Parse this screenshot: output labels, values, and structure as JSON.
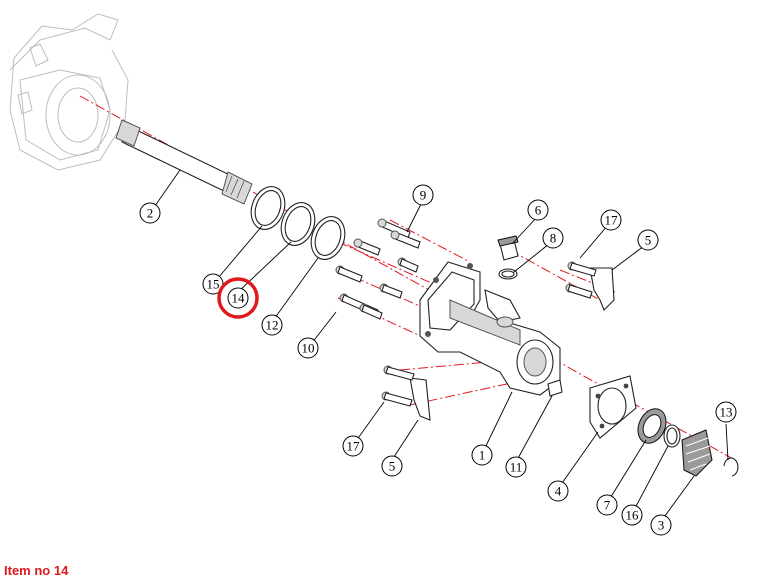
{
  "footer": {
    "label": "Item no 14"
  },
  "colors": {
    "highlight": "#e0191e",
    "center_line": "#e0191e",
    "line": "#000000",
    "ghost": "#bdbdbd"
  },
  "callouts": [
    {
      "id": "c2",
      "text": "2"
    },
    {
      "id": "c15",
      "text": "15"
    },
    {
      "id": "c14",
      "text": "14",
      "highlighted": true
    },
    {
      "id": "c12",
      "text": "12"
    },
    {
      "id": "c9",
      "text": "9"
    },
    {
      "id": "c10",
      "text": "10"
    },
    {
      "id": "c6",
      "text": "6"
    },
    {
      "id": "c8",
      "text": "8"
    },
    {
      "id": "c17a",
      "text": "17"
    },
    {
      "id": "c5a",
      "text": "5"
    },
    {
      "id": "c17b",
      "text": "17"
    },
    {
      "id": "c5b",
      "text": "5"
    },
    {
      "id": "c1",
      "text": "1"
    },
    {
      "id": "c11",
      "text": "11"
    },
    {
      "id": "c4",
      "text": "4"
    },
    {
      "id": "c7",
      "text": "7"
    },
    {
      "id": "c16",
      "text": "16"
    },
    {
      "id": "c3",
      "text": "3"
    },
    {
      "id": "c13",
      "text": "13"
    }
  ]
}
